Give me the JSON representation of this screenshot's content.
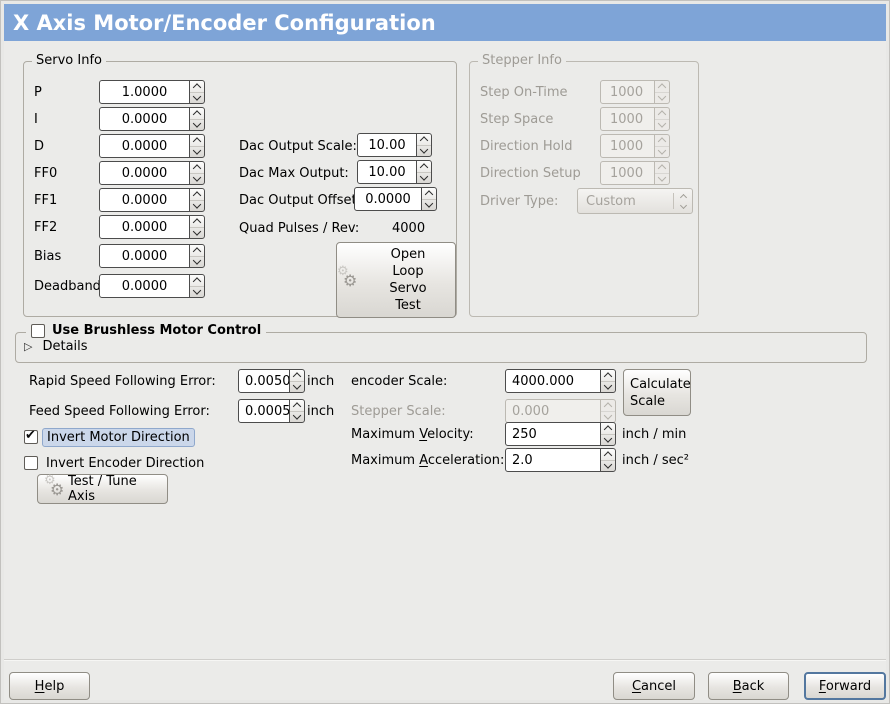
{
  "header": {
    "title": "X Axis Motor/Encoder Configuration"
  },
  "servo": {
    "title": "Servo Info",
    "rows": [
      {
        "label": "P",
        "value": "1.0000"
      },
      {
        "label": "I",
        "value": "0.0000"
      },
      {
        "label": "D",
        "value": "0.0000"
      },
      {
        "label": "FF0",
        "value": "0.0000"
      },
      {
        "label": "FF1",
        "value": "0.0000"
      },
      {
        "label": "FF2",
        "value": "0.0000"
      },
      {
        "label": "Bias",
        "value": "0.0000"
      },
      {
        "label": "Deadband",
        "value": "0.0000"
      }
    ]
  },
  "dac": {
    "scale_label": "Dac Output Scale:",
    "scale_value": "10.00",
    "max_label": "Dac Max Output:",
    "max_value": "10.00",
    "offset_label": "Dac Output Offset:",
    "offset_value": "0.0000",
    "quad_label": "Quad Pulses / Rev:",
    "quad_value": "4000",
    "open_loop_lines": [
      "Open",
      "Loop",
      "Servo",
      "Test"
    ]
  },
  "stepper": {
    "title": "Stepper Info",
    "rows": [
      {
        "label": "Step On-Time",
        "value": "1000"
      },
      {
        "label": "Step Space",
        "value": "1000"
      },
      {
        "label": "Direction Hold",
        "value": "1000"
      },
      {
        "label": "Direction Setup",
        "value": "1000"
      }
    ],
    "driver_label": "Driver Type:",
    "driver_value": "Custom"
  },
  "brushless": {
    "checkbox_label": "Use Brushless Motor Control",
    "details_label": "Details"
  },
  "following_error": {
    "rapid_label": "Rapid Speed Following Error:",
    "rapid_value": "0.0050",
    "rapid_unit": "inch",
    "feed_label": "Feed Speed Following Error:",
    "feed_value": "0.0005",
    "feed_unit": "inch"
  },
  "scales": {
    "encoder_label": "encoder Scale:",
    "encoder_value": "4000.000",
    "calculate_button": "Calculate Scale",
    "stepper_label": "Stepper Scale:",
    "stepper_value": "0.000",
    "velocity_label": {
      "pre": "Maximum ",
      "key": "V",
      "post": "elocity:"
    },
    "velocity_value": "250",
    "velocity_unit": "inch / min",
    "accel_label": {
      "pre": "Maximum ",
      "key": "A",
      "post": "cceleration:"
    },
    "accel_value": "2.0",
    "accel_unit": "inch / sec²"
  },
  "direction": {
    "invert_motor_label": "Invert Motor Direction",
    "invert_encoder_label": "Invert Encoder Direction",
    "test_button": "Test / Tune Axis"
  },
  "footer": {
    "help": {
      "key": "H",
      "post": "elp"
    },
    "cancel": {
      "key": "C",
      "post": "ancel"
    },
    "back": {
      "key": "B",
      "post": "ack"
    },
    "forward": {
      "key": "F",
      "post": "orward"
    }
  }
}
